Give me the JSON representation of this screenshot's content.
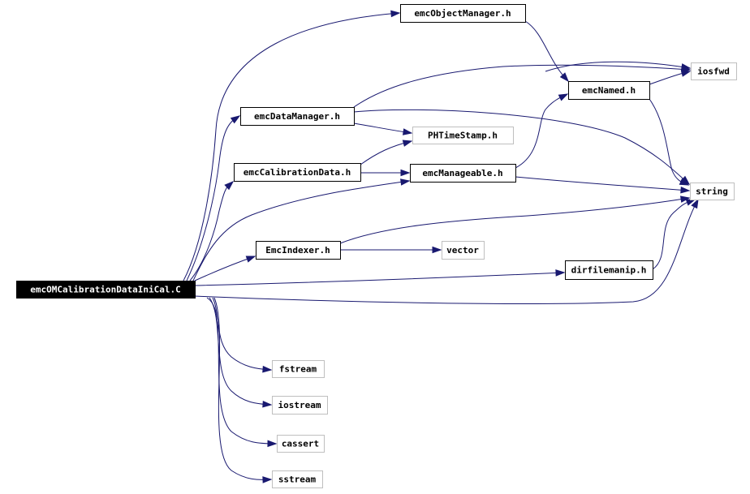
{
  "colors": {
    "edge": "#191970",
    "root_fill": "#000000",
    "root_text": "#ffffff",
    "header_border": "#000000",
    "system_border": "#bfbfbf",
    "text": "#000000"
  },
  "nodes": [
    {
      "id": "root",
      "label": "emcOMCalibrationDataIniCal.C",
      "kind": "root"
    },
    {
      "id": "objmgr",
      "label": "emcObjectManager.h",
      "kind": "header"
    },
    {
      "id": "iosfwd",
      "label": "iosfwd",
      "kind": "system"
    },
    {
      "id": "named",
      "label": "emcNamed.h",
      "kind": "header"
    },
    {
      "id": "datamgr",
      "label": "emcDataManager.h",
      "kind": "header"
    },
    {
      "id": "phtime",
      "label": "PHTimeStamp.h",
      "kind": "system"
    },
    {
      "id": "calib",
      "label": "emcCalibrationData.h",
      "kind": "header"
    },
    {
      "id": "manageable",
      "label": "emcManageable.h",
      "kind": "header"
    },
    {
      "id": "string",
      "label": "string",
      "kind": "system"
    },
    {
      "id": "indexer",
      "label": "EmcIndexer.h",
      "kind": "header"
    },
    {
      "id": "vector",
      "label": "vector",
      "kind": "system"
    },
    {
      "id": "dirfile",
      "label": "dirfilemanip.h",
      "kind": "header"
    },
    {
      "id": "fstream",
      "label": "fstream",
      "kind": "system"
    },
    {
      "id": "iostream",
      "label": "iostream",
      "kind": "system"
    },
    {
      "id": "cassert",
      "label": "cassert",
      "kind": "system"
    },
    {
      "id": "sstream",
      "label": "sstream",
      "kind": "system"
    }
  ],
  "edges": [
    {
      "from": "root",
      "to": "objmgr"
    },
    {
      "from": "root",
      "to": "datamgr"
    },
    {
      "from": "root",
      "to": "calib"
    },
    {
      "from": "root",
      "to": "manageable"
    },
    {
      "from": "root",
      "to": "string"
    },
    {
      "from": "root",
      "to": "indexer"
    },
    {
      "from": "root",
      "to": "dirfile"
    },
    {
      "from": "root",
      "to": "fstream"
    },
    {
      "from": "root",
      "to": "iostream"
    },
    {
      "from": "root",
      "to": "cassert"
    },
    {
      "from": "root",
      "to": "sstream"
    },
    {
      "from": "objmgr",
      "to": "named"
    },
    {
      "from": "objmgr",
      "to": "iosfwd"
    },
    {
      "from": "named",
      "to": "iosfwd"
    },
    {
      "from": "named",
      "to": "string"
    },
    {
      "from": "datamgr",
      "to": "iosfwd"
    },
    {
      "from": "datamgr",
      "to": "phtime"
    },
    {
      "from": "datamgr",
      "to": "string"
    },
    {
      "from": "calib",
      "to": "phtime"
    },
    {
      "from": "calib",
      "to": "manageable"
    },
    {
      "from": "manageable",
      "to": "named"
    },
    {
      "from": "manageable",
      "to": "string"
    },
    {
      "from": "indexer",
      "to": "vector"
    },
    {
      "from": "indexer",
      "to": "string"
    },
    {
      "from": "dirfile",
      "to": "string"
    }
  ]
}
